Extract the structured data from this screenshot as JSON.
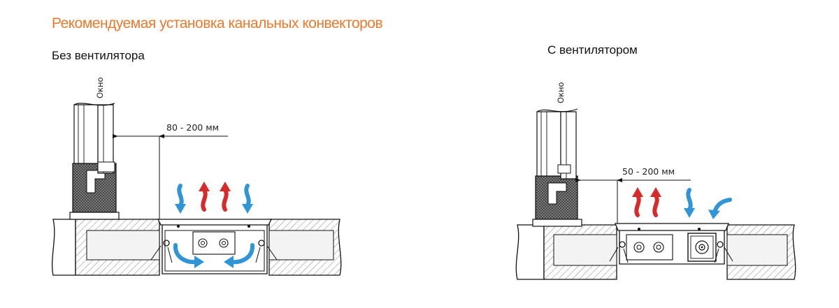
{
  "title": "Рекомендуемая установка канальных конвекторов",
  "left_diagram": {
    "caption": "Без вентилятора",
    "window_label": "Окно",
    "dimension": "80 - 200 мм"
  },
  "right_diagram": {
    "caption": "С вентилятором",
    "window_label": "Окно",
    "dimension": "50 - 200 мм"
  },
  "colors": {
    "title": "#ec7a2c",
    "cold_air": "#2f95d6",
    "warm_air": "#d62b2b"
  }
}
